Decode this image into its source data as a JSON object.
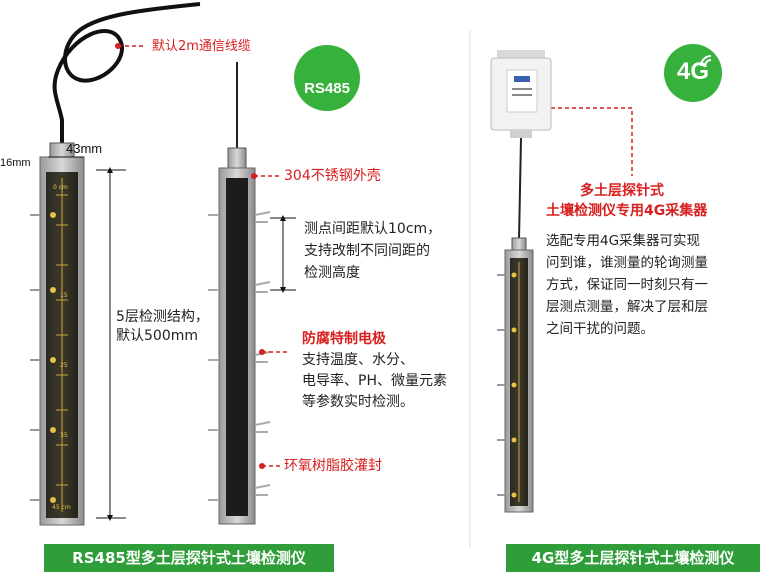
{
  "cable_label": "默认2m通信线缆",
  "dims": {
    "width": "43mm",
    "depth": "16mm"
  },
  "structure_label": [
    "5层检测结构，",
    "默认500mm"
  ],
  "shell_label": "304不锈钢外壳",
  "spacing_label": [
    "测点间距默认10cm，",
    "支持改制不同间距的",
    "检测高度"
  ],
  "electrode": {
    "title": "防腐特制电极",
    "lines": [
      "支持温度、水分、",
      "电导率、PH、微量元素",
      "等参数实时检测。"
    ]
  },
  "seal_label": "环氧树脂胶灌封",
  "rs485_badge": "RS485",
  "g4_badge": "4G",
  "collector": {
    "title": [
      "多土层探针式",
      "土壤检测仪专用4G采集器"
    ],
    "lines": [
      "选配专用4G采集器可实现",
      "问到谁，谁测量的轮询测量",
      "方式，保证同一时刻只有一",
      "层测点测量，解决了层和层",
      "之间干扰的问题。"
    ]
  },
  "probe_marks": [
    "0 cm",
    "15",
    "25",
    "35",
    "45 cm"
  ],
  "captions": {
    "left": "RS485型多土层探针式土壤检测仪",
    "right": "4G型多土层探针式土壤检测仪"
  },
  "colors": {
    "accent_red": "#d81e1e",
    "badge_green": "#35b13c",
    "caption_green": "#2f9e3a"
  }
}
